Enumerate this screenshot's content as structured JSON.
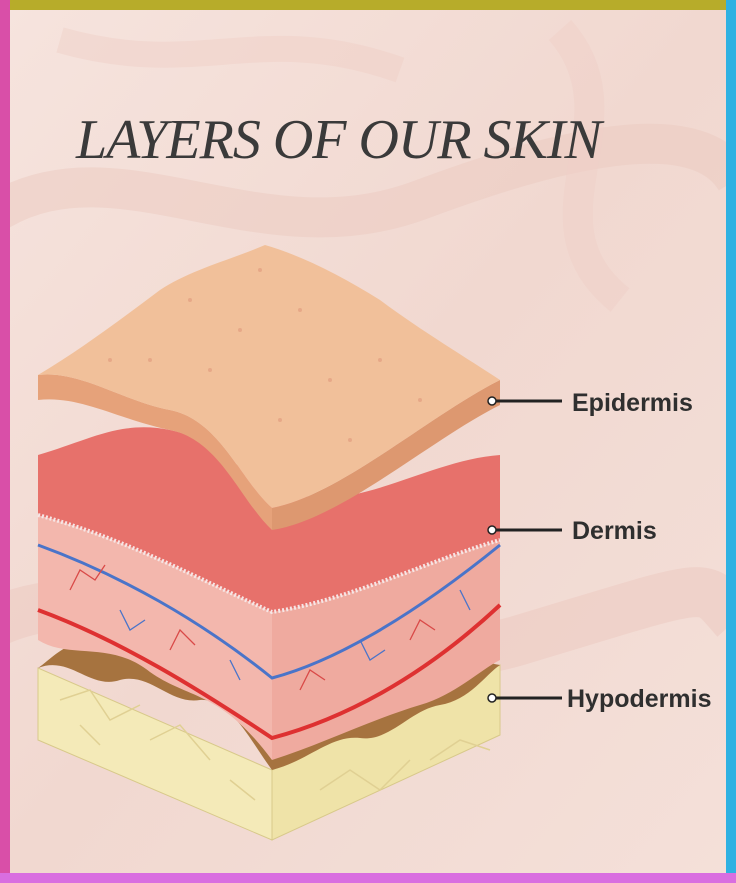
{
  "title": "LAYERS OF OUR SKIN",
  "labels": {
    "epidermis": "Epidermis",
    "dermis": "Dermis",
    "hypodermis": "Hypodermis"
  },
  "colors": {
    "background": "#f3ddd6",
    "border_top": "#b7ac2a",
    "border_left": "#d94fa8",
    "border_right": "#2fb1e2",
    "border_bottom": "#d96ee0",
    "epidermis": "#f1c09a",
    "dermis_top": "#e7716b",
    "dermis_side": "#f3b7ad",
    "vein": "#4a74c9",
    "artery": "#de3131",
    "hypodermis_fat": "#f4eab8",
    "hypodermis_top": "#a6733f"
  }
}
